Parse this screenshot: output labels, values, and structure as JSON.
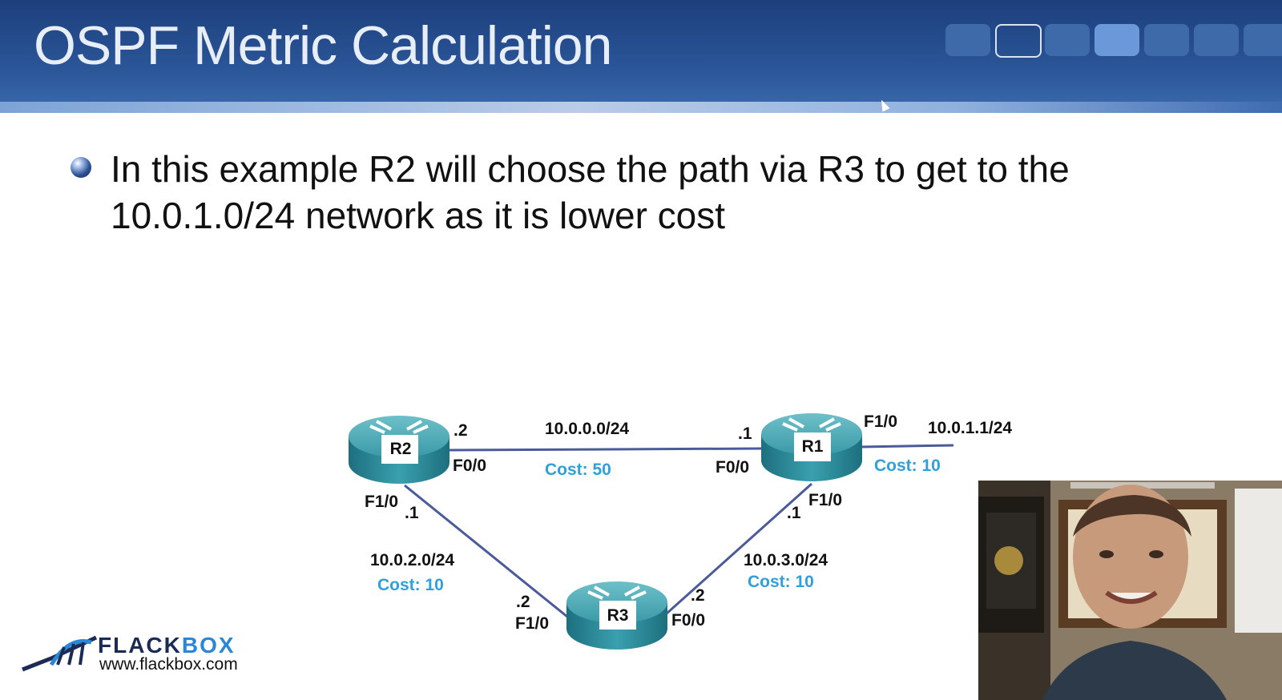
{
  "slide": {
    "title": "OSPF Metric Calculation",
    "bullet": "In this example R2 will choose the path via R3 to get to the 10.0.1.0/24 network as it is lower cost"
  },
  "diagram": {
    "routers": {
      "r1": "R1",
      "r2": "R2",
      "r3": "R3"
    },
    "labels": {
      "r2_f00_ip": ".2",
      "r2_f00_if": "F0/0",
      "r2_f10_if": "F1/0",
      "r2_f10_ip": ".1",
      "net_r2_r1": "10.0.0.0/24",
      "cost_r2_r1": "Cost: 50",
      "r1_f00_ip": ".1",
      "r1_f00_if": "F0/0",
      "r1_f10_top_if": "F1/0",
      "r1_lan_ip": "10.0.1.1/24",
      "cost_r1_lan": "Cost: 10",
      "r1_f10_ip": ".1",
      "r1_f10_if": "F1/0",
      "net_r2_r3": "10.0.2.0/24",
      "cost_r2_r3": "Cost: 10",
      "net_r1_r3": "10.0.3.0/24",
      "cost_r1_r3": "Cost: 10",
      "r3_f10_ip": ".2",
      "r3_f10_if": "F1/0",
      "r3_f00_ip": ".2",
      "r3_f00_if": "F0/0"
    }
  },
  "logo": {
    "name_part1": "FLACK",
    "name_part2": "BOX",
    "url": "www.flackbox.com"
  },
  "colors": {
    "header": "#2a5597",
    "cost": "#2fa0dc",
    "link": "#4a5a9a",
    "router": "#2f8f9e"
  }
}
